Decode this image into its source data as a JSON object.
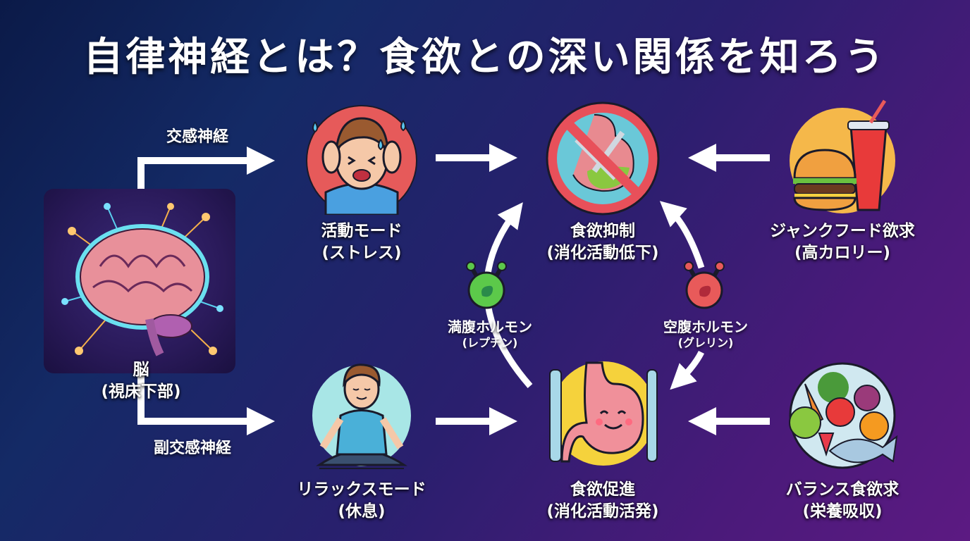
{
  "title": "自律神経とは？食欲との深い関係を知ろう",
  "colors": {
    "background_start": "#0b1a48",
    "background_end": "#5c1a82",
    "arrow": "#ffffff",
    "stress_circle": "#e65a5a",
    "relax_circle": "#a8e6e6",
    "suppress_ring": "#e8505a",
    "promote_circle": "#f5d23c",
    "junk_circle": "#f5b84a",
    "leptin_green": "#5cc94a",
    "ghrelin_red": "#e85a5a"
  },
  "nodes": {
    "brain": {
      "icon": "brain-icon",
      "label": "脳",
      "sub": "(視床下部)"
    },
    "active_mode": {
      "icon": "stressed-person-icon",
      "label": "活動モード",
      "sub": "(ストレス)"
    },
    "relax_mode": {
      "icon": "meditating-person-icon",
      "label": "リラックスモード",
      "sub": "(休息)"
    },
    "appetite_suppress": {
      "icon": "no-eating-stomach-icon",
      "label": "食欲抑制",
      "sub": "(消化活動低下)"
    },
    "appetite_promote": {
      "icon": "happy-stomach-icon",
      "label": "食欲促進",
      "sub": "(消化活動活発)"
    },
    "junk_food": {
      "icon": "burger-drink-icon",
      "label": "ジャンクフード欲求",
      "sub": "(高カロリー)"
    },
    "balanced_food": {
      "icon": "vegetables-fish-icon",
      "label": "バランス食欲求",
      "sub": "(栄養吸収)"
    }
  },
  "hormones": {
    "leptin": {
      "icon": "green-hormone-icon",
      "label": "満腹ホルモン",
      "sub": "(レプチン)"
    },
    "ghrelin": {
      "icon": "red-hormone-icon",
      "label": "空腹ホルモン",
      "sub": "(グレリン)"
    }
  },
  "edges": {
    "sympathetic": "交感神経",
    "parasympathetic": "副交感神経"
  }
}
